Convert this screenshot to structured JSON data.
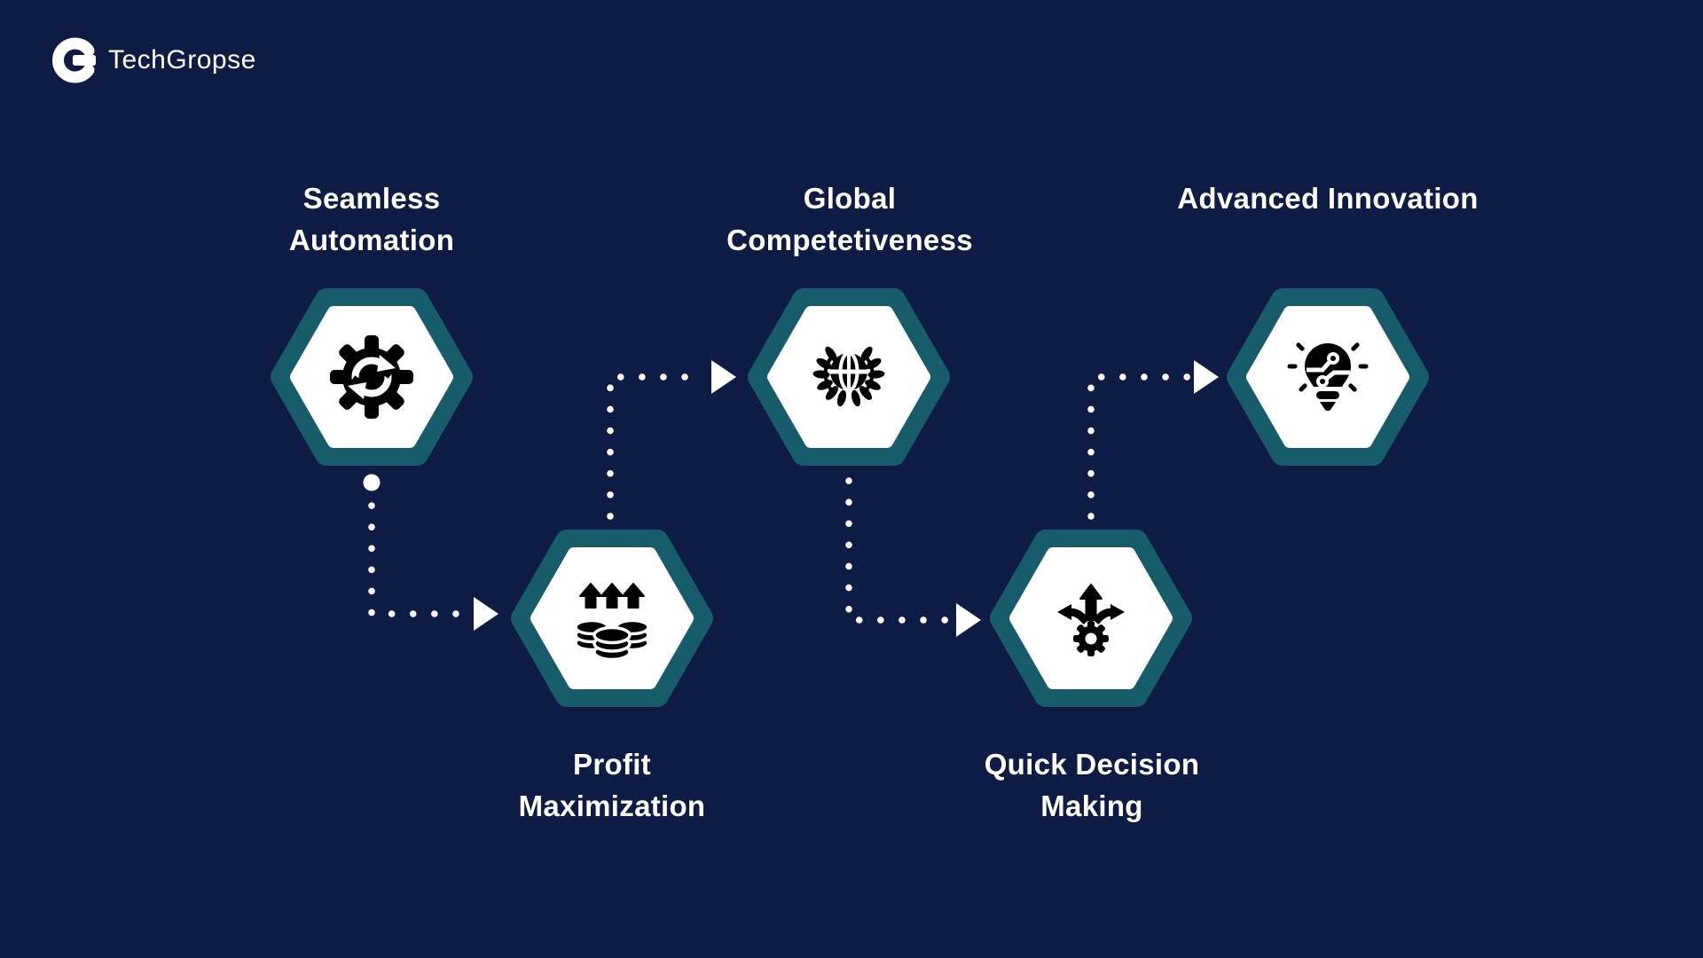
{
  "brand": {
    "name": "TechGropse",
    "logo_icon": "techgropse-g-icon"
  },
  "colors": {
    "background": "#0D1B45",
    "hex_border": "#165C6B",
    "hex_fill": "#FFFFFF",
    "icon": "#000000",
    "text": "#FFFFFF",
    "connector": "#FFFFFF"
  },
  "steps": [
    {
      "label_lines": [
        "Seamless",
        "Automation"
      ],
      "icon": "automation-gear-sync-icon",
      "row": "top"
    },
    {
      "label_lines": [
        "Profit",
        "Maximization"
      ],
      "icon": "profit-coins-growth-icon",
      "row": "bottom"
    },
    {
      "label_lines": [
        "Global",
        "Competetiveness"
      ],
      "icon": "globe-laurel-icon",
      "row": "top"
    },
    {
      "label_lines": [
        "Quick Decision",
        "Making"
      ],
      "icon": "decision-arrows-gear-icon",
      "row": "bottom"
    },
    {
      "label_lines": [
        "Advanced Innovation"
      ],
      "icon": "innovation-bulb-circuit-icon",
      "row": "top"
    }
  ],
  "flow": {
    "style": "white-dotted-arrows",
    "has_start_dot_on_first_connector": true,
    "order": [
      "Seamless Automation",
      "Profit Maximization",
      "Global Competetiveness",
      "Quick Decision Making",
      "Advanced Innovation"
    ]
  }
}
